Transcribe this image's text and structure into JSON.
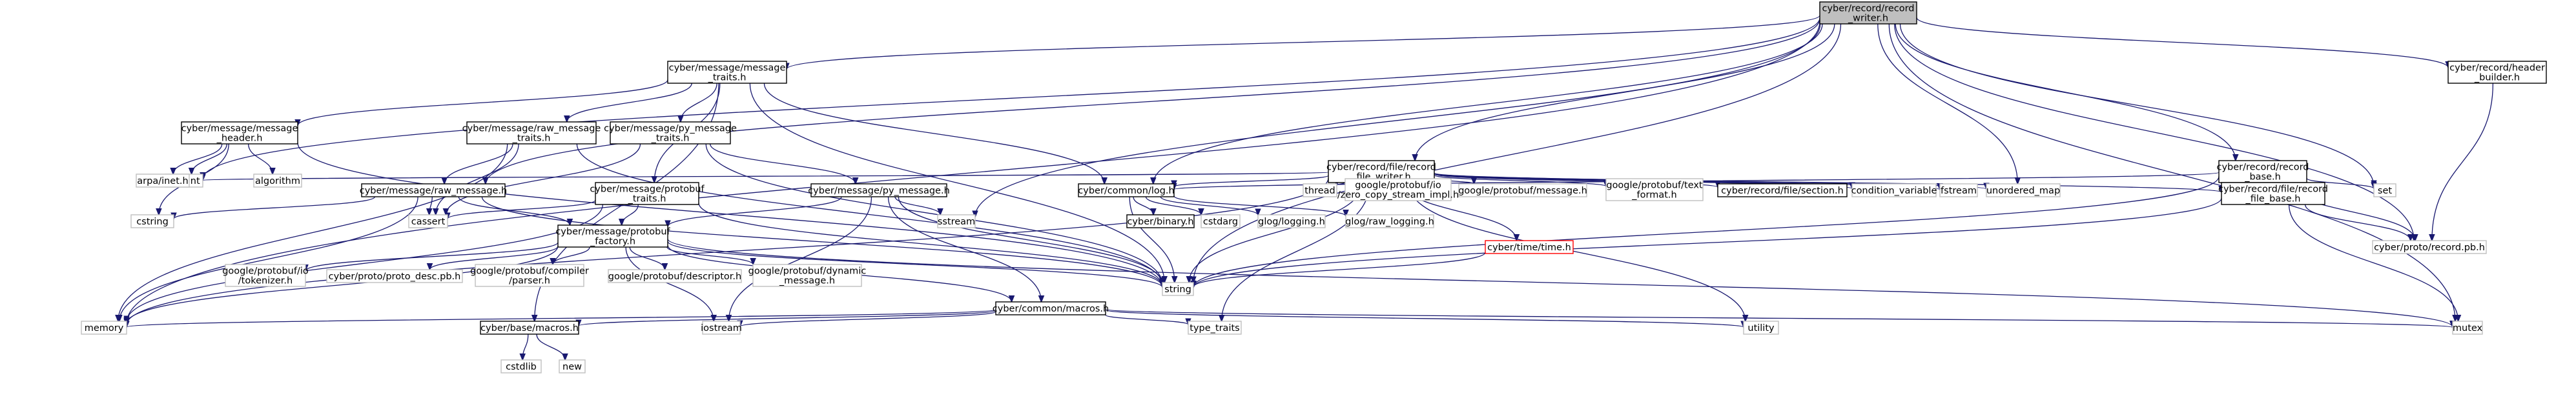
{
  "colors": {
    "edge": "#191970",
    "root_fill": "#bfbfbf",
    "root_stroke": "#000000",
    "documented_stroke": "#000000",
    "undocumented_stroke": "#bfbfbf",
    "linked_red_stroke": "#ff0000",
    "node_fill": "#ffffff",
    "text": "#000000"
  },
  "nodes": [
    {
      "id": "root",
      "lines": [
        "cyber/record/record",
        "_writer.h"
      ],
      "kind": "root"
    },
    {
      "id": "mtraits",
      "lines": [
        "cyber/message/message",
        "_traits.h"
      ],
      "kind": "documented"
    },
    {
      "id": "memory",
      "lines": [
        "memory"
      ],
      "kind": "external"
    },
    {
      "id": "cstdint",
      "lines": [
        "cstdint"
      ],
      "kind": "external"
    },
    {
      "id": "rawmsg",
      "lines": [
        "cyber/message/raw_message.h"
      ],
      "kind": "documented"
    },
    {
      "id": "sstream",
      "lines": [
        "sstream"
      ],
      "kind": "external"
    },
    {
      "id": "log",
      "lines": [
        "cyber/common/log.h"
      ],
      "kind": "documented"
    },
    {
      "id": "filewriter",
      "lines": [
        "cyber/record/file/record",
        "_file_writer.h"
      ],
      "kind": "documented"
    },
    {
      "id": "unordered",
      "lines": [
        "unordered_map"
      ],
      "kind": "external"
    },
    {
      "id": "string",
      "lines": [
        "string"
      ],
      "kind": "external"
    },
    {
      "id": "rbase",
      "lines": [
        "cyber/record/record",
        "_base.h"
      ],
      "kind": "documented"
    },
    {
      "id": "set",
      "lines": [
        "set"
      ],
      "kind": "external"
    },
    {
      "id": "recpb",
      "lines": [
        "cyber/proto/record.pb.h"
      ],
      "kind": "external"
    },
    {
      "id": "hbuilder",
      "lines": [
        "cyber/record/header",
        "_builder.h"
      ],
      "kind": "documented"
    },
    {
      "id": "mutex",
      "lines": [
        "mutex"
      ],
      "kind": "external"
    },
    {
      "id": "mheader",
      "lines": [
        "cyber/message/message",
        "_header.h"
      ],
      "kind": "documented"
    },
    {
      "id": "rawtraits",
      "lines": [
        "cyber/message/raw_message",
        "_traits.h"
      ],
      "kind": "documented"
    },
    {
      "id": "pytraits",
      "lines": [
        "cyber/message/py_message",
        "_traits.h"
      ],
      "kind": "documented"
    },
    {
      "id": "pbtraits",
      "lines": [
        "cyber/message/protobuf",
        "_traits.h"
      ],
      "kind": "documented"
    },
    {
      "id": "basemacros",
      "lines": [
        "cyber/base/macros.h"
      ],
      "kind": "documented"
    },
    {
      "id": "arpa",
      "lines": [
        "arpa/inet.h"
      ],
      "kind": "external"
    },
    {
      "id": "algorithm",
      "lines": [
        "algorithm"
      ],
      "kind": "external"
    },
    {
      "id": "cstring",
      "lines": [
        "cstring"
      ],
      "kind": "external"
    },
    {
      "id": "cassert",
      "lines": [
        "cassert"
      ],
      "kind": "external"
    },
    {
      "id": "pbfactory",
      "lines": [
        "cyber/message/protobuf",
        "_factory.h"
      ],
      "kind": "documented"
    },
    {
      "id": "tokenizer",
      "lines": [
        "google/protobuf/io",
        "/tokenizer.h"
      ],
      "kind": "external"
    },
    {
      "id": "protodesc",
      "lines": [
        "cyber/proto/proto_desc.pb.h"
      ],
      "kind": "external"
    },
    {
      "id": "compiler",
      "lines": [
        "google/protobuf/compiler",
        "/parser.h"
      ],
      "kind": "external"
    },
    {
      "id": "descriptor",
      "lines": [
        "google/protobuf/descriptor.h"
      ],
      "kind": "external"
    },
    {
      "id": "dynmsg",
      "lines": [
        "google/protobuf/dynamic",
        "_message.h"
      ],
      "kind": "external"
    },
    {
      "id": "cmacros",
      "lines": [
        "cyber/common/macros.h"
      ],
      "kind": "documented"
    },
    {
      "id": "iostream",
      "lines": [
        "iostream"
      ],
      "kind": "external"
    },
    {
      "id": "typetraits",
      "lines": [
        "type_traits"
      ],
      "kind": "external"
    },
    {
      "id": "utility",
      "lines": [
        "utility"
      ],
      "kind": "external"
    },
    {
      "id": "cstdlib",
      "lines": [
        "cstdlib"
      ],
      "kind": "external"
    },
    {
      "id": "new",
      "lines": [
        "new"
      ],
      "kind": "external"
    },
    {
      "id": "pymsg",
      "lines": [
        "cyber/message/py_message.h"
      ],
      "kind": "documented"
    },
    {
      "id": "binary",
      "lines": [
        "cyber/binary.h"
      ],
      "kind": "documented"
    },
    {
      "id": "cstdarg",
      "lines": [
        "cstdarg"
      ],
      "kind": "external"
    },
    {
      "id": "glog",
      "lines": [
        "glog/logging.h"
      ],
      "kind": "external"
    },
    {
      "id": "glograw",
      "lines": [
        "glog/raw_logging.h"
      ],
      "kind": "external"
    },
    {
      "id": "timeh",
      "lines": [
        "cyber/time/time.h"
      ],
      "kind": "linked_red"
    },
    {
      "id": "thread",
      "lines": [
        "thread"
      ],
      "kind": "external"
    },
    {
      "id": "zerocopy",
      "lines": [
        "google/protobuf/io",
        "/zero_copy_stream_impl.h"
      ],
      "kind": "external"
    },
    {
      "id": "pbmessage",
      "lines": [
        "google/protobuf/message.h"
      ],
      "kind": "external"
    },
    {
      "id": "textformat",
      "lines": [
        "google/protobuf/text",
        "_format.h"
      ],
      "kind": "external"
    },
    {
      "id": "section",
      "lines": [
        "cyber/record/file/section.h"
      ],
      "kind": "documented"
    },
    {
      "id": "condvar",
      "lines": [
        "condition_variable"
      ],
      "kind": "external"
    },
    {
      "id": "fstream",
      "lines": [
        "fstream"
      ],
      "kind": "external"
    },
    {
      "id": "filebase",
      "lines": [
        "cyber/record/file/record",
        "_file_base.h"
      ],
      "kind": "documented"
    }
  ],
  "edges": [
    [
      "root",
      "mtraits"
    ],
    [
      "root",
      "memory"
    ],
    [
      "root",
      "cstdint"
    ],
    [
      "root",
      "rawmsg"
    ],
    [
      "root",
      "sstream"
    ],
    [
      "root",
      "log"
    ],
    [
      "root",
      "filewriter"
    ],
    [
      "root",
      "unordered"
    ],
    [
      "root",
      "string"
    ],
    [
      "root",
      "rbase"
    ],
    [
      "root",
      "set"
    ],
    [
      "root",
      "recpb"
    ],
    [
      "root",
      "hbuilder"
    ],
    [
      "root",
      "mutex"
    ],
    [
      "mtraits",
      "mheader"
    ],
    [
      "mtraits",
      "rawtraits"
    ],
    [
      "mtraits",
      "pytraits"
    ],
    [
      "mtraits",
      "pbtraits"
    ],
    [
      "mtraits",
      "basemacros"
    ],
    [
      "mtraits",
      "log"
    ],
    [
      "mtraits",
      "string"
    ],
    [
      "mheader",
      "arpa"
    ],
    [
      "mheader",
      "cstdint"
    ],
    [
      "mheader",
      "algorithm"
    ],
    [
      "mheader",
      "cstring"
    ],
    [
      "mheader",
      "string"
    ],
    [
      "rawtraits",
      "rawmsg"
    ],
    [
      "rawtraits",
      "cassert"
    ],
    [
      "rawtraits",
      "memory"
    ],
    [
      "rawtraits",
      "string"
    ],
    [
      "pytraits",
      "pymsg"
    ],
    [
      "pytraits",
      "cassert"
    ],
    [
      "pytraits",
      "string"
    ],
    [
      "pbtraits",
      "pbfactory"
    ],
    [
      "pbtraits",
      "cassert"
    ],
    [
      "pbtraits",
      "memory"
    ],
    [
      "pbtraits",
      "string"
    ],
    [
      "rawmsg",
      "cassert"
    ],
    [
      "rawmsg",
      "cstring"
    ],
    [
      "rawmsg",
      "memory"
    ],
    [
      "rawmsg",
      "string"
    ],
    [
      "rawmsg",
      "pbfactory"
    ],
    [
      "pymsg",
      "pbfactory"
    ],
    [
      "pymsg",
      "sstream"
    ],
    [
      "pymsg",
      "string"
    ],
    [
      "pymsg",
      "iostream"
    ],
    [
      "pymsg",
      "cmacros"
    ],
    [
      "pbfactory",
      "memory"
    ],
    [
      "pbfactory",
      "mutex"
    ],
    [
      "pbfactory",
      "string"
    ],
    [
      "pbfactory",
      "iostream"
    ],
    [
      "pbfactory",
      "tokenizer"
    ],
    [
      "pbfactory",
      "protodesc"
    ],
    [
      "pbfactory",
      "compiler"
    ],
    [
      "pbfactory",
      "descriptor"
    ],
    [
      "pbfactory",
      "dynmsg"
    ],
    [
      "pbfactory",
      "cmacros"
    ],
    [
      "cmacros",
      "basemacros"
    ],
    [
      "cmacros",
      "iostream"
    ],
    [
      "cmacros",
      "memory"
    ],
    [
      "cmacros",
      "mutex"
    ],
    [
      "cmacros",
      "typetraits"
    ],
    [
      "cmacros",
      "utility"
    ],
    [
      "basemacros",
      "cstdlib"
    ],
    [
      "basemacros",
      "new"
    ],
    [
      "log",
      "binary"
    ],
    [
      "log",
      "cstdarg"
    ],
    [
      "log",
      "glog"
    ],
    [
      "log",
      "glograw"
    ],
    [
      "log",
      "string"
    ],
    [
      "filewriter",
      "log"
    ],
    [
      "filewriter",
      "timeh"
    ],
    [
      "filewriter",
      "thread"
    ],
    [
      "filewriter",
      "zerocopy"
    ],
    [
      "filewriter",
      "pbmessage"
    ],
    [
      "filewriter",
      "textformat"
    ],
    [
      "filewriter",
      "section"
    ],
    [
      "filewriter",
      "condvar"
    ],
    [
      "filewriter",
      "fstream"
    ],
    [
      "filewriter",
      "unordered"
    ],
    [
      "filewriter",
      "utility"
    ],
    [
      "filewriter",
      "typetraits"
    ],
    [
      "filewriter",
      "filebase"
    ],
    [
      "filewriter",
      "string"
    ],
    [
      "filewriter",
      "memory"
    ],
    [
      "filewriter",
      "cstdint"
    ],
    [
      "timeh",
      "string"
    ],
    [
      "rbase",
      "log"
    ],
    [
      "rbase",
      "set"
    ],
    [
      "rbase",
      "string"
    ],
    [
      "rbase",
      "recpb"
    ],
    [
      "filebase",
      "recpb"
    ],
    [
      "filebase",
      "mutex"
    ],
    [
      "filebase",
      "string"
    ],
    [
      "hbuilder",
      "recpb"
    ]
  ]
}
